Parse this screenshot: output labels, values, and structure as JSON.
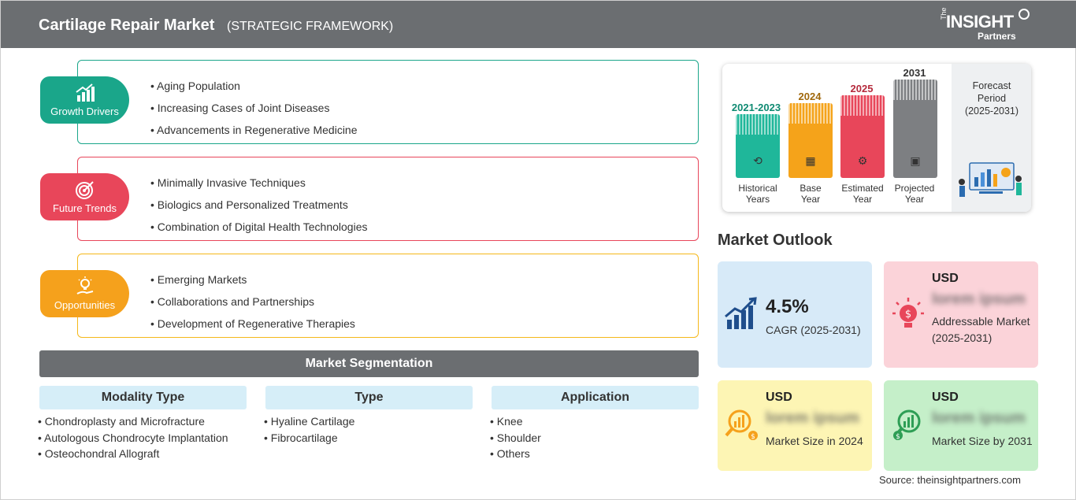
{
  "header": {
    "title": "Cartilage Repair Market",
    "subtitle": "(STRATEGIC FRAMEWORK)",
    "logo_the": "The",
    "logo_insight": "INSIGHT",
    "logo_partners": "Partners"
  },
  "framework": {
    "growth_drivers": {
      "label": "Growth Drivers",
      "color": "#1aa68a",
      "items": [
        "Aging Population",
        "Increasing Cases of Joint Diseases",
        "Advancements in Regenerative Medicine"
      ]
    },
    "future_trends": {
      "label": "Future Trends",
      "color": "#e8465a",
      "items": [
        "Minimally Invasive Techniques",
        "Biologics and Personalized Treatments",
        "Combination of Digital Health Technologies"
      ]
    },
    "opportunities": {
      "label": "Opportunities",
      "color": "#f5a11c",
      "items": [
        "Emerging Markets",
        "Collaborations and Partnerships",
        "Development of Regenerative Therapies"
      ]
    }
  },
  "segmentation": {
    "title": "Market Segmentation",
    "columns": [
      {
        "heading": "Modality Type",
        "items": [
          "Chondroplasty and Microfracture",
          "Autologous Chondrocyte Implantation",
          "Osteochondral Allograft"
        ]
      },
      {
        "heading": "Type",
        "items": [
          "Hyaline Cartilage",
          "Fibrocartilage"
        ]
      },
      {
        "heading": "Application",
        "items": [
          "Knee",
          "Shoulder",
          "Others"
        ]
      }
    ]
  },
  "timeline": {
    "bars": [
      {
        "year": "2021-2023",
        "caption_1": "Historical",
        "caption_2": "Years",
        "color": "#1fb79a",
        "year_color": "#0f8a72"
      },
      {
        "year": "2024",
        "caption_1": "Base",
        "caption_2": "Year",
        "color": "#f5a31a",
        "year_color": "#a0680c"
      },
      {
        "year": "2025",
        "caption_1": "Estimated",
        "caption_2": "Year",
        "color": "#e8465a",
        "year_color": "#b52a3c"
      },
      {
        "year": "2031",
        "caption_1": "Projected",
        "caption_2": "Year",
        "color": "#7d7f82",
        "year_color": "#333333"
      }
    ],
    "forecast_1": "Forecast",
    "forecast_2": "Period",
    "forecast_3": "(2025-2031)"
  },
  "outlook": {
    "title": "Market Outlook",
    "cagr_value": "4.5%",
    "cagr_label": "CAGR (2025-2031)",
    "addressable_usd": "USD",
    "addressable_value": "lorem ipsum",
    "addressable_label": "Addressable Market (2025-2031)",
    "size2024_usd": "USD",
    "size2024_value": "lorem ipsum",
    "size2024_label": "Market Size in 2024",
    "size2031_usd": "USD",
    "size2031_value": "lorem ipsum",
    "size2031_label": "Market Size by 2031"
  },
  "source": "Source: theinsightpartners.com"
}
